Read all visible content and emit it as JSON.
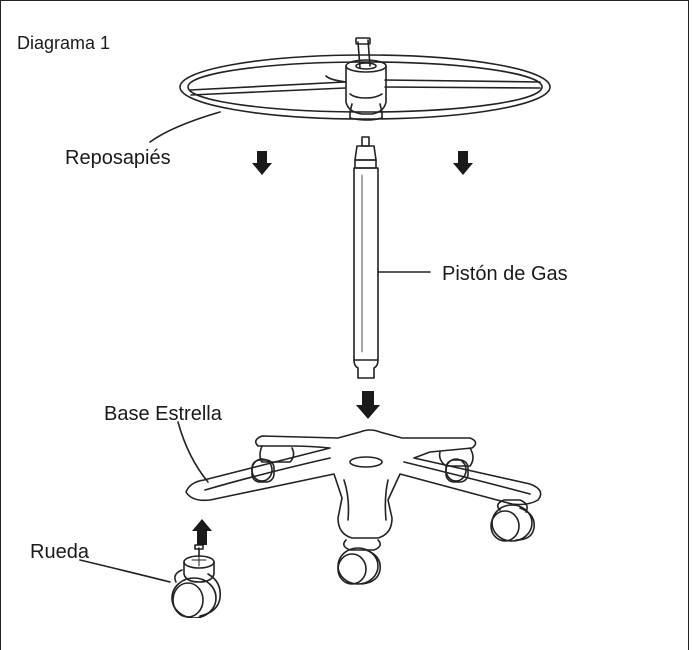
{
  "diagram": {
    "title": "Diagrama 1",
    "labels": {
      "footrest": "Reposapiés",
      "gas_piston": "Pistón de Gas",
      "star_base": "Base Estrella",
      "caster": "Rueda"
    }
  },
  "colors": {
    "line": "#222222",
    "arrow": "#1a1a1a",
    "background": "#ffffff"
  },
  "icons": [
    "down-arrow-icon",
    "up-arrow-icon"
  ]
}
